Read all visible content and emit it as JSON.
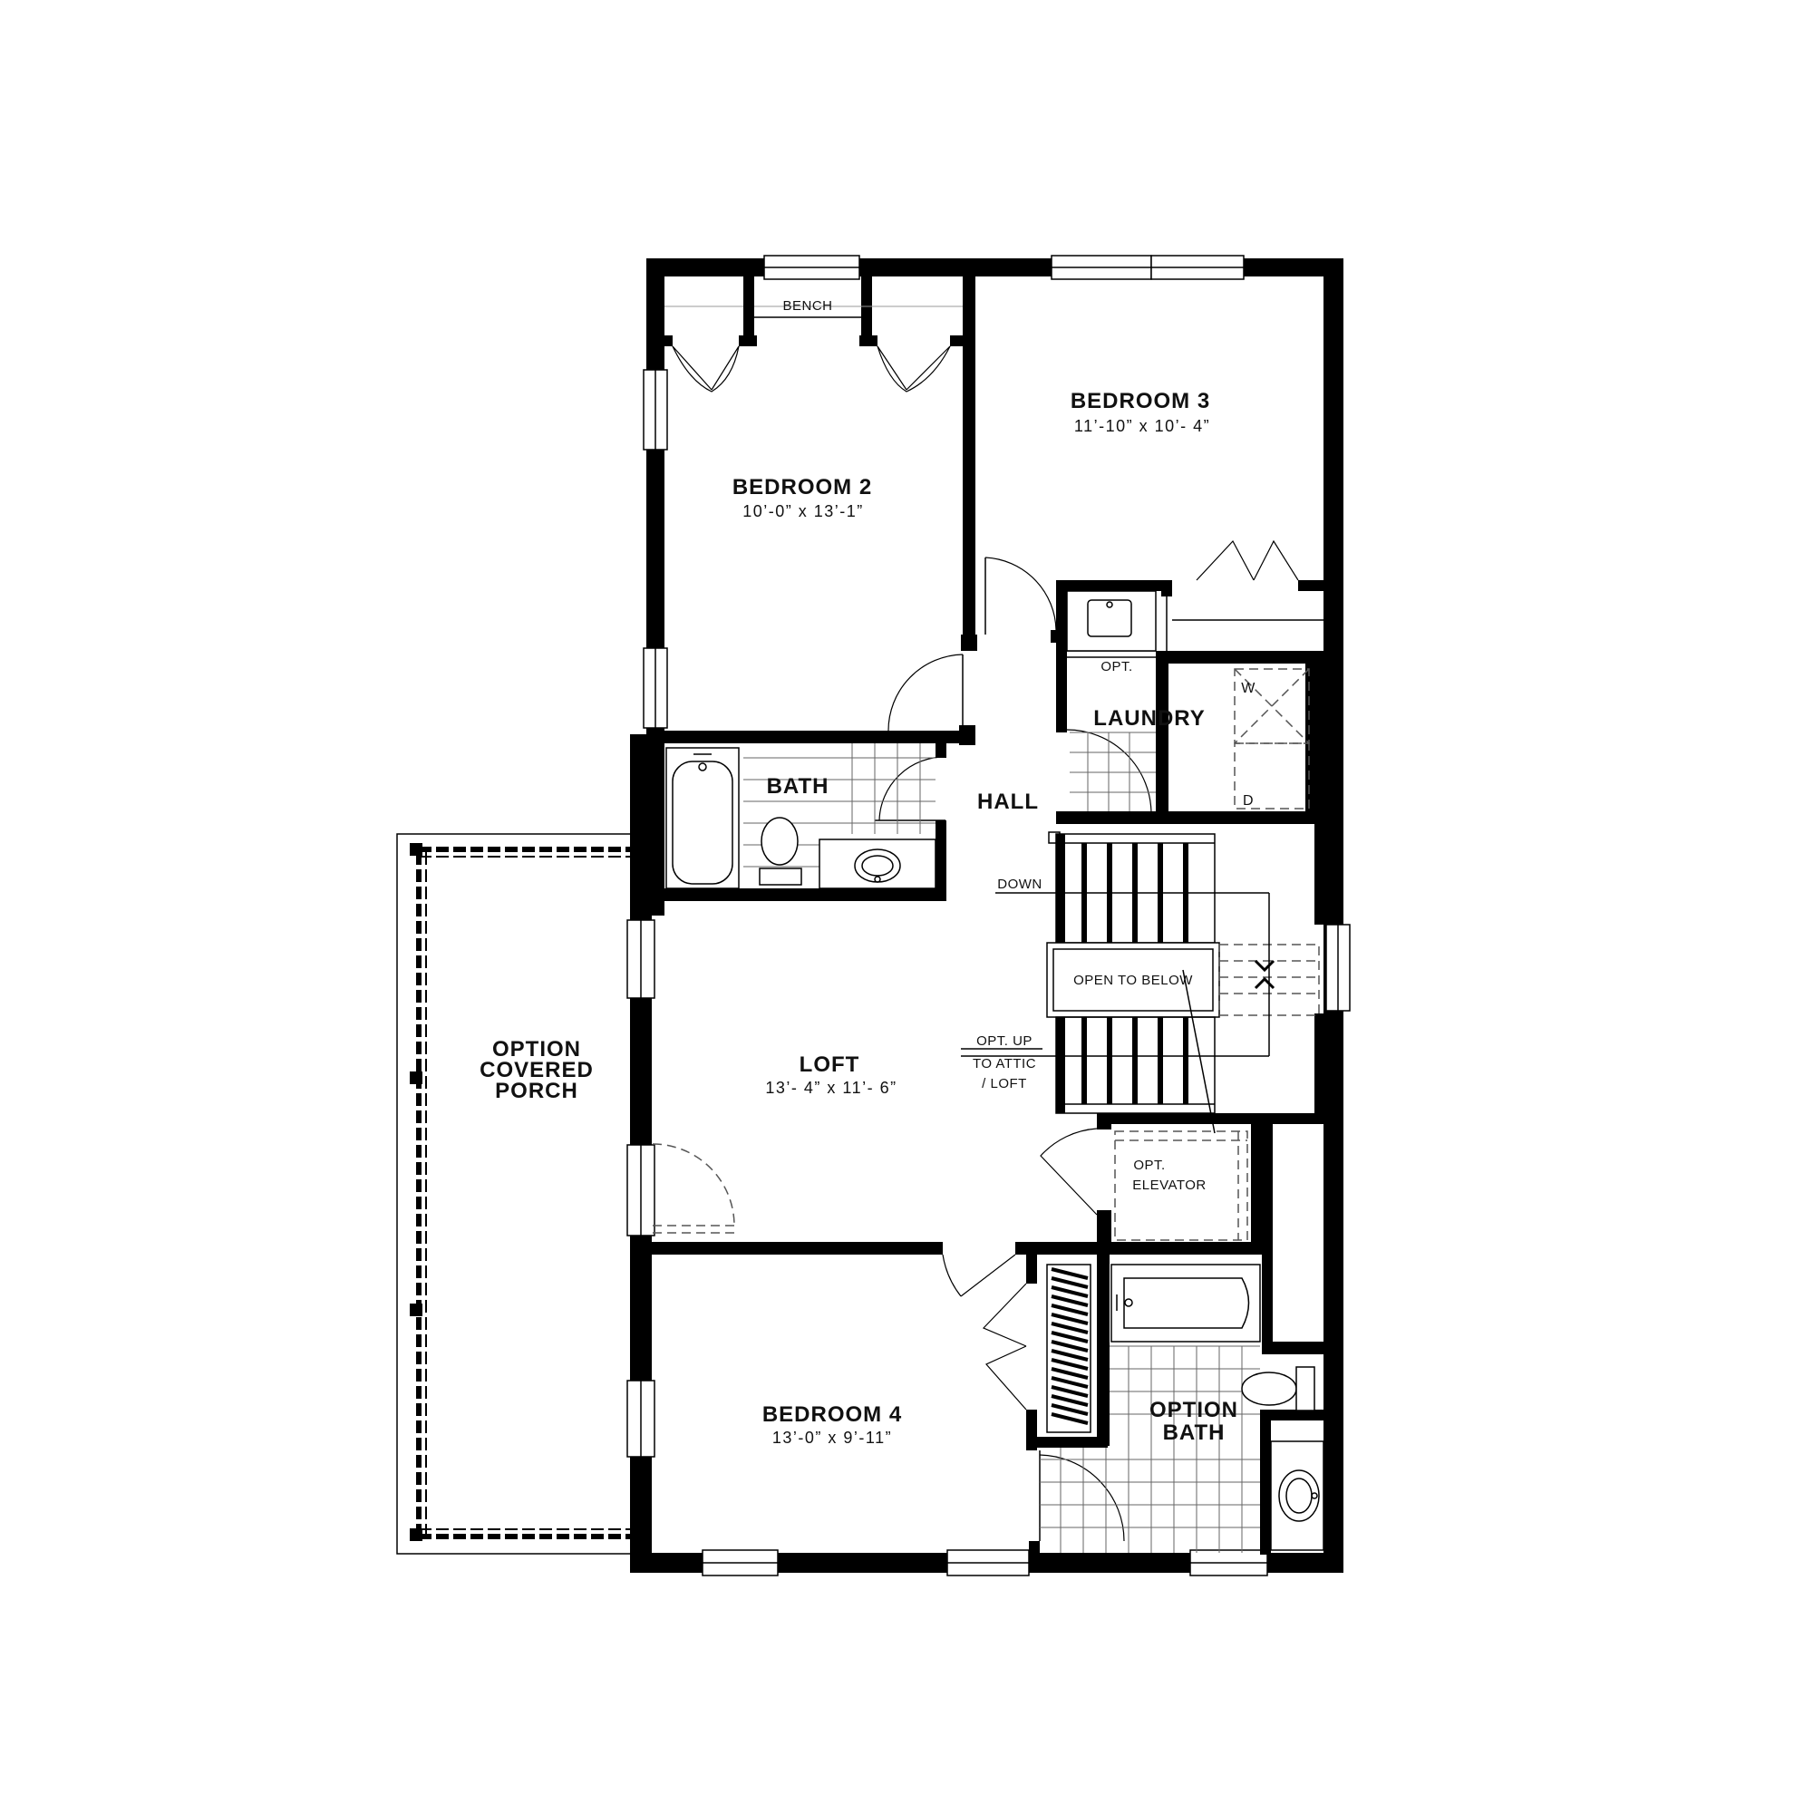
{
  "rooms": {
    "bedroom2": {
      "name": "BEDROOM 2",
      "dims": "10’-0” x 13’-1”"
    },
    "bedroom3": {
      "name": "BEDROOM 3",
      "dims": "11’-10” x 10’- 4”"
    },
    "bedroom4": {
      "name": "BEDROOM 4",
      "dims": "13’-0” x 9’-11”"
    },
    "loft": {
      "name": "LOFT",
      "dims": "13’- 4” x 11’- 6”"
    },
    "bath": {
      "name": "BATH"
    },
    "hall": {
      "name": "HALL"
    },
    "laundry": {
      "name": "LAUNDRY",
      "opt": "OPT.",
      "washer": "W",
      "dryer": "D"
    },
    "option_bath": {
      "line1": "OPTION",
      "line2": "BATH"
    },
    "porch": {
      "line1": "OPTION",
      "line2": "COVERED",
      "line3": "PORCH"
    },
    "elevator": {
      "line1": "OPT.",
      "line2": "ELEVATOR"
    }
  },
  "labels": {
    "bench": "BENCH",
    "down": "DOWN",
    "open_to_below": "OPEN TO BELOW",
    "opt_up_line1": "OPT. UP",
    "opt_up_line2": "TO ATTIC",
    "opt_up_line3": "/ LOFT"
  }
}
